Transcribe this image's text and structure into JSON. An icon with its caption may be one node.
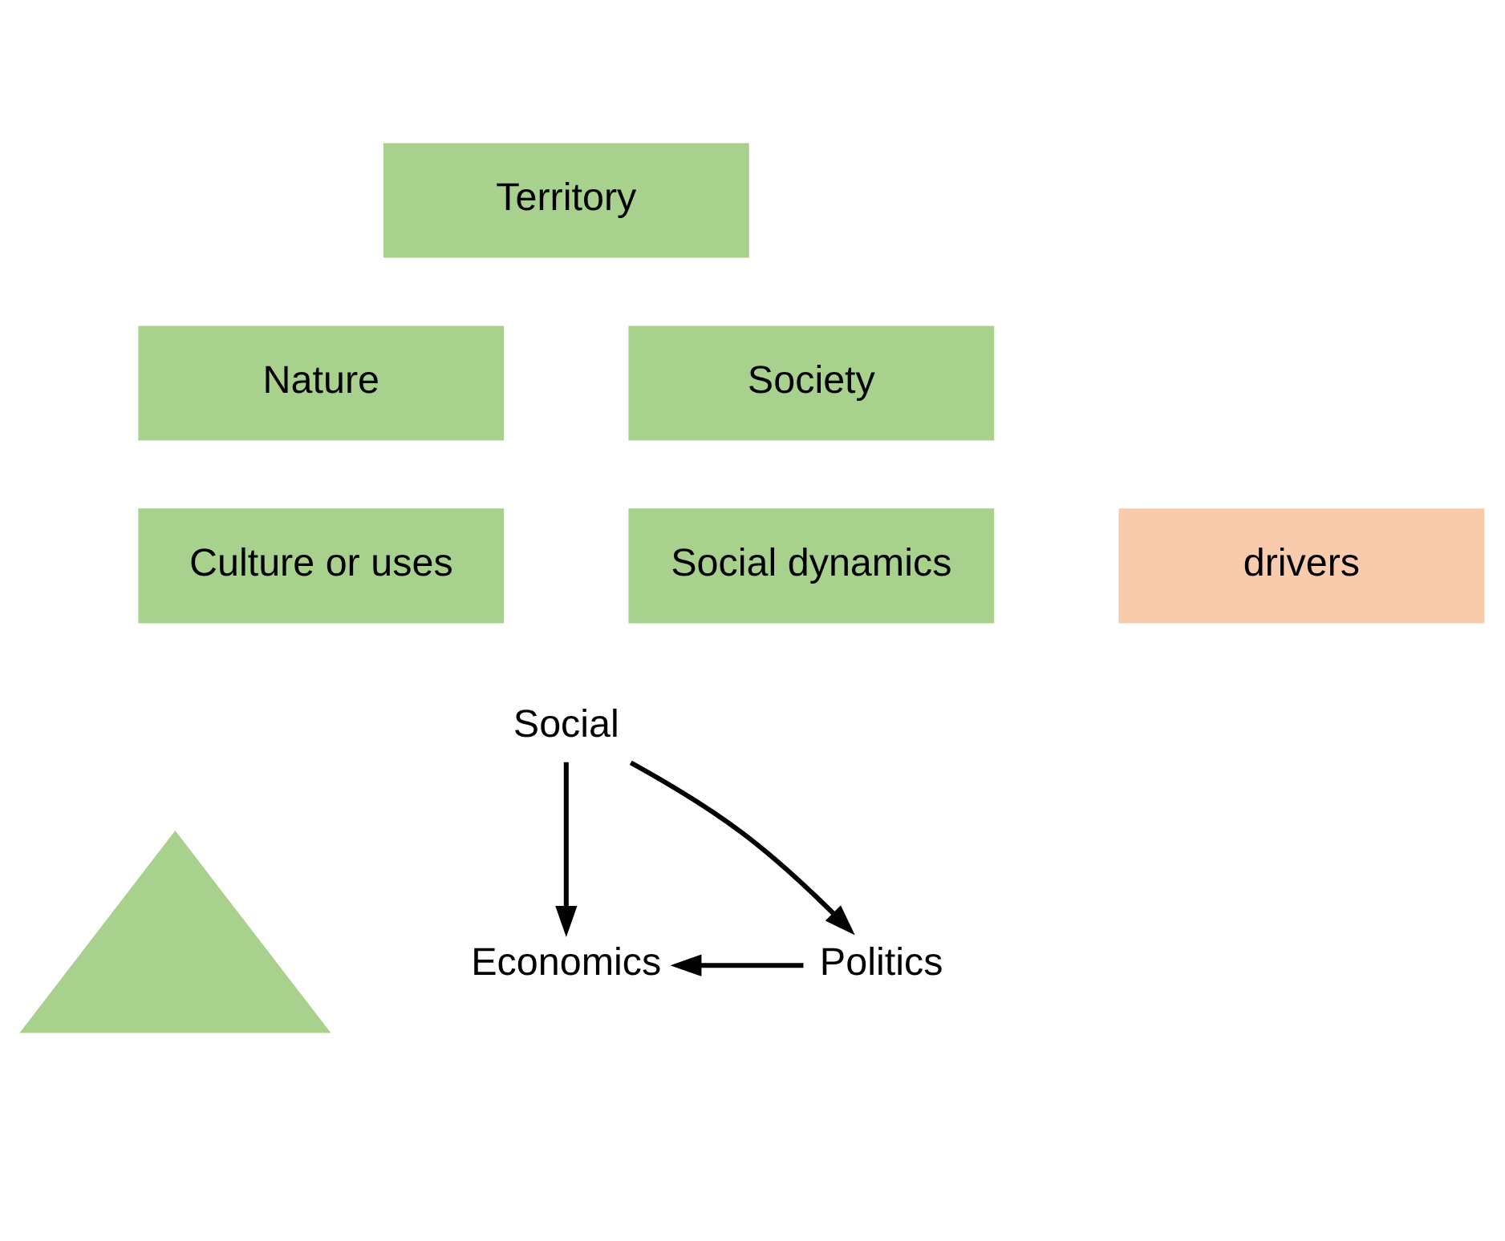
{
  "diagram": {
    "nodes": [
      {
        "text": [
          "Territory"
        ]
      },
      {
        "text": [
          "Nature"
        ]
      },
      {
        "text": [
          "Society"
        ]
      },
      {
        "text": [
          "Culture or uses"
        ]
      },
      {
        "text": [
          "Social dynamics"
        ]
      },
      {
        "text": [
          "drivers"
        ]
      },
      {
        "text": [
          "Social"
        ]
      },
      {
        "text": [],
        "shape": "triangle"
      },
      {
        "text": [
          "Economics"
        ]
      },
      {
        "text": [
          "Politics"
        ]
      }
    ],
    "edges": [
      {
        "from": 6,
        "to": 8,
        "arrow": "to"
      },
      {
        "from": 6,
        "to": 9,
        "arrow": "to"
      },
      {
        "from": 9,
        "to": 8,
        "arrow": "to"
      }
    ]
  }
}
